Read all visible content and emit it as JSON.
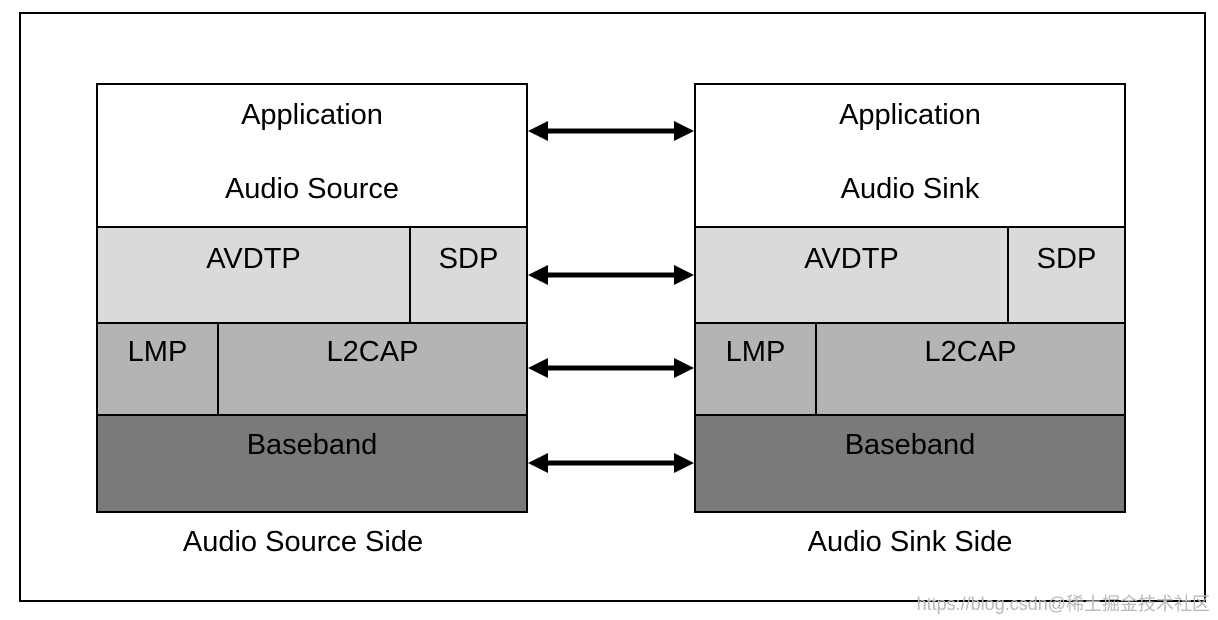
{
  "left_stack": {
    "application": "Application",
    "role": "Audio Source",
    "avdtp": "AVDTP",
    "sdp": "SDP",
    "lmp": "LMP",
    "l2cap": "L2CAP",
    "baseband": "Baseband",
    "side_label": "Audio Source Side"
  },
  "right_stack": {
    "application": "Application",
    "role": "Audio Sink",
    "avdtp": "AVDTP",
    "sdp": "SDP",
    "lmp": "LMP",
    "l2cap": "L2CAP",
    "baseband": "Baseband",
    "side_label": "Audio Sink Side"
  },
  "watermark": "https://blog.csdn@稀土掘金技术社区",
  "colors": {
    "application_fill": "#ffffff",
    "avdtp_fill": "#dadada",
    "l2cap_fill": "#b4b4b4",
    "baseband_fill": "#7a7a7a",
    "stroke": "#000000"
  }
}
